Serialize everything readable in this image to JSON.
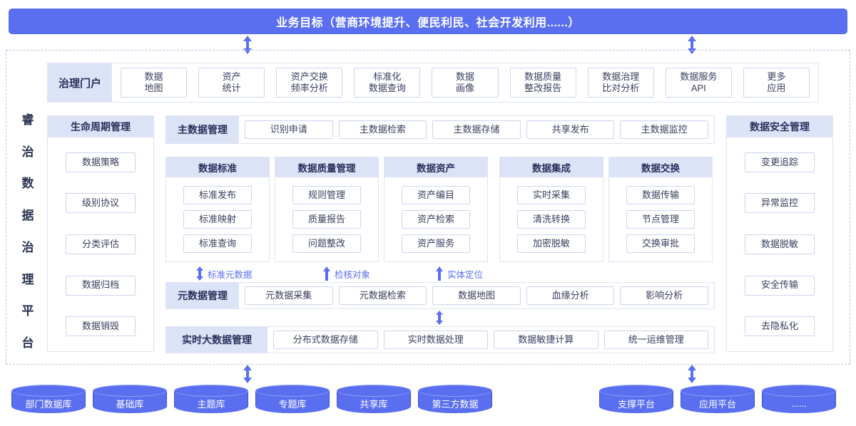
{
  "banner": {
    "title": "业务目标（营商环境提升、便民利民、社会开发利用......）"
  },
  "platform": {
    "vertical_name": [
      "睿",
      "治",
      "数",
      "据",
      "治",
      "理",
      "平",
      "台"
    ]
  },
  "portal_row": {
    "label": "治理门户",
    "items": [
      "数据\n地图",
      "资产\n统计",
      "资产交换\n频率分析",
      "标准化\n数据查询",
      "数据\n画像",
      "数据质量\n整改报告",
      "数据治理\n比对分析",
      "数据服务\nAPI",
      "更多\n应用"
    ]
  },
  "lifecycle_panel": {
    "title": "生命周期管理",
    "items": [
      "数据策略",
      "级别协议",
      "分类评估",
      "数据归档",
      "数据销毁"
    ]
  },
  "security_panel": {
    "title": "数据安全管理",
    "items": [
      "变更追踪",
      "异常监控",
      "数据脱敏",
      "安全传输",
      "去隐私化"
    ]
  },
  "master_row": {
    "label": "主数据管理",
    "items": [
      "识别申请",
      "主数据检索",
      "主数据存储",
      "共享发布",
      "主数据监控"
    ]
  },
  "cards": [
    {
      "title": "数据标准",
      "items": [
        "标准发布",
        "标准映射",
        "标准查询"
      ]
    },
    {
      "title": "数据质量管理",
      "items": [
        "规则管理",
        "质量报告",
        "问题整改"
      ]
    },
    {
      "title": "数据资产",
      "items": [
        "资产编目",
        "资产检索",
        "资产服务"
      ]
    },
    {
      "title": "数据集成",
      "items": [
        "实时采集",
        "清洗转换",
        "加密脱敏"
      ]
    },
    {
      "title": "数据交换",
      "items": [
        "数据传输",
        "节点管理",
        "交换审批"
      ]
    }
  ],
  "card_arrow_labels": [
    {
      "text": "标准元数据",
      "direction": "double"
    },
    {
      "text": "检核对象",
      "direction": "up"
    },
    {
      "text": "实体定位",
      "direction": "up"
    }
  ],
  "metadata_row": {
    "label": "元数据管理",
    "items": [
      "元数据采集",
      "元数据检索",
      "数据地图",
      "血缘分析",
      "影响分析"
    ]
  },
  "realtime_row": {
    "label": "实时大数据管理",
    "items": [
      "分布式数据存储",
      "实时数据处理",
      "数据敏捷计算",
      "统一运维管理"
    ]
  },
  "cylinders_left": [
    "部门数据库",
    "基础库",
    "主题库",
    "专题库",
    "共享库",
    "第三方数据"
  ],
  "cylinders_right": [
    "支撑平台",
    "应用平台",
    "......"
  ],
  "colors": {
    "accent": "#5a6ff0",
    "header_fill": "#dde3f7",
    "chip_border": "#ccd5ee",
    "dashed_border": "#b9c2e0",
    "text": "#2b3352"
  }
}
